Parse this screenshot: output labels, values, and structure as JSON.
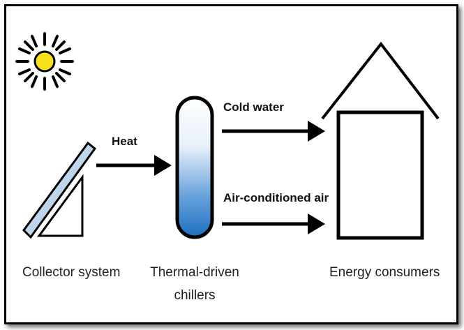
{
  "diagram": {
    "labels": {
      "heat": "Heat",
      "cold_water": "Cold water",
      "air_conditioned_air": "Air-conditioned air",
      "collector_system": "Collector system",
      "thermal_driven_line1": "Thermal-driven",
      "thermal_driven_line2": "chillers",
      "energy_consumers": "Energy consumers"
    },
    "icons": {
      "sun": "sun-icon",
      "collector": "solar-collector-icon",
      "chiller": "chiller-tank-icon",
      "house": "house-icon"
    },
    "colors": {
      "sun_fill": "#f5e21a",
      "tank_top": "#ffffff",
      "tank_bottom": "#1e6fc0",
      "panel_glass": "#a9c7e6",
      "stroke": "#000000"
    }
  }
}
